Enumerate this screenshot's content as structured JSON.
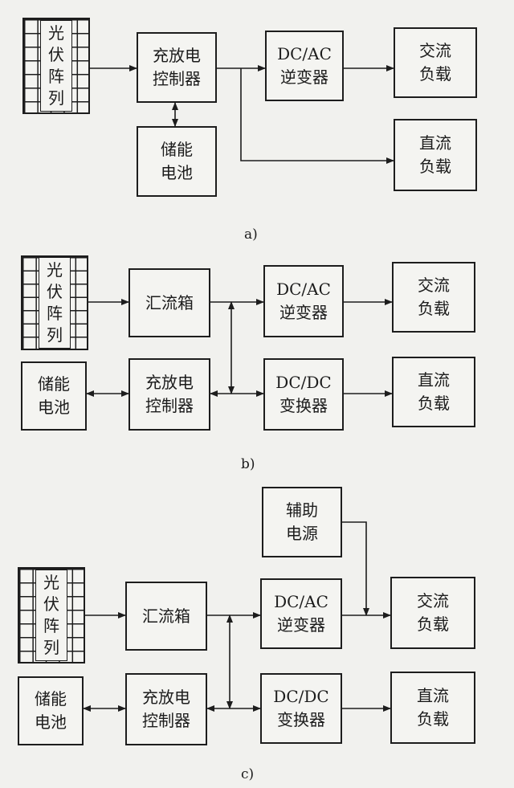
{
  "diagrams": {
    "a": {
      "caption": "a)",
      "pv_array": "光伏\n阵列",
      "charge_controller": "充放电\n控制器",
      "battery": "储能\n电池",
      "inverter": "DC/AC\n逆变器",
      "ac_load": "交流\n负载",
      "dc_load": "直流\n负载"
    },
    "b": {
      "caption": "b)",
      "pv_array": "光伏\n阵列",
      "combiner_box": "汇流箱",
      "inverter": "DC/AC\n逆变器",
      "ac_load": "交流\n负载",
      "battery": "储能\n电池",
      "charge_controller": "充放电\n控制器",
      "dc_converter": "DC/DC\n变换器",
      "dc_load": "直流\n负载"
    },
    "c": {
      "caption": "c)",
      "aux_power": "辅助\n电源",
      "pv_array": "光伏\n阵列",
      "combiner_box": "汇流箱",
      "inverter": "DC/AC\n逆变器",
      "ac_load": "交流\n负载",
      "battery": "储能\n电池",
      "charge_controller": "充放电\n控制器",
      "dc_converter": "DC/DC\n变换器",
      "dc_load": "直流\n负载"
    }
  }
}
